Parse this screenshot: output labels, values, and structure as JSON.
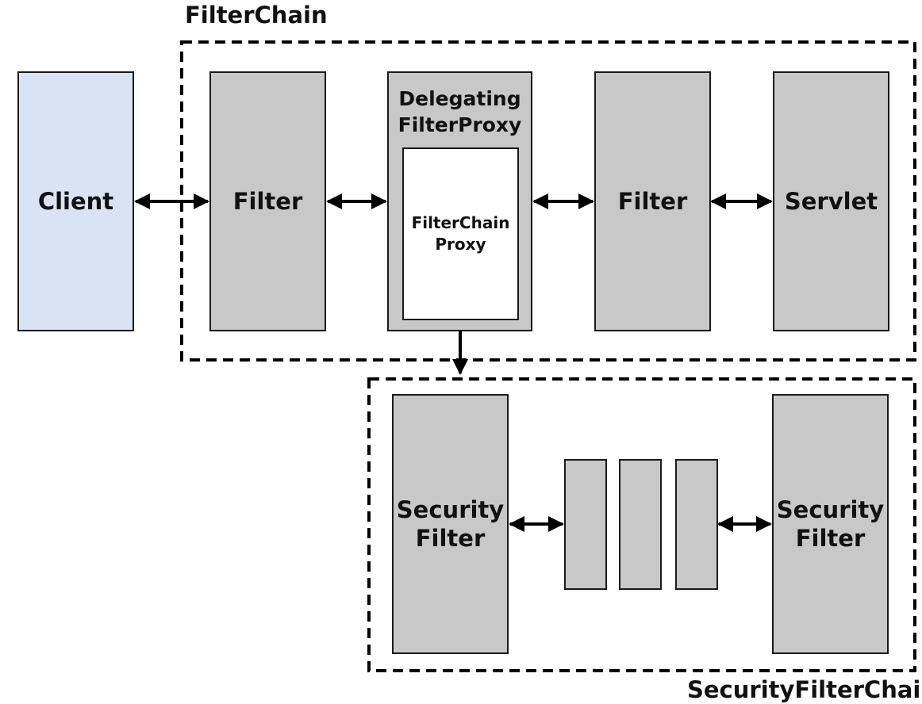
{
  "titles": {
    "filter_chain": "FilterChain",
    "security_filter_chain": "SecurityFilterChain"
  },
  "nodes": {
    "client": "Client",
    "filter_left": "Filter",
    "delegating_filter_proxy": "Delegating\nFilterProxy",
    "filter_chain_proxy": "FilterChain\nProxy",
    "filter_right": "Filter",
    "servlet": "Servlet",
    "security_filter_left": "Security\nFilter",
    "security_filter_right": "Security\nFilter"
  },
  "colors": {
    "client_fill": "#dae3f3",
    "filter_fill": "#c8c8c8",
    "proxy_inner_fill": "#ffffff",
    "stroke": "#1a1a1a"
  }
}
